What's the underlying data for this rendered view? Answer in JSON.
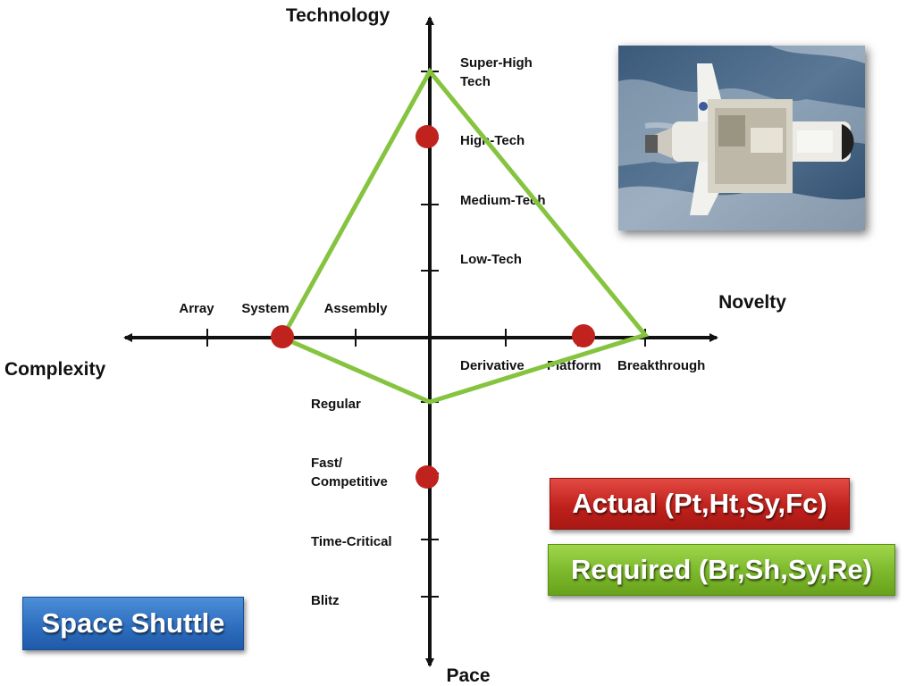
{
  "axes": {
    "technology": {
      "title": "Technology",
      "levels": [
        {
          "label": "Low-Tech"
        },
        {
          "label": "Medium-Tech"
        },
        {
          "label": "High-Tech"
        },
        {
          "label": "Super-High Tech",
          "lines": [
            "Super-High",
            "Tech"
          ]
        }
      ]
    },
    "novelty": {
      "title": "Novelty",
      "levels": [
        {
          "label": "Derivative"
        },
        {
          "label": "Platform"
        },
        {
          "label": "Breakthrough"
        }
      ]
    },
    "complexity": {
      "title": "Complexity",
      "levels": [
        {
          "label": "Assembly"
        },
        {
          "label": "System"
        },
        {
          "label": "Array"
        }
      ]
    },
    "pace": {
      "title": "Pace",
      "levels": [
        {
          "label": "Regular"
        },
        {
          "label": "Fast/ Competitive",
          "lines": [
            "Fast/",
            "Competitive"
          ]
        },
        {
          "label": "Time-Critical"
        },
        {
          "label": "Blitz"
        }
      ]
    }
  },
  "actual_profile": {
    "label": "Actual (Pt,Ht,Sy,Fc)",
    "technology": "High-Tech",
    "novelty": "Platform",
    "complexity": "System",
    "pace": "Fast/ Competitive",
    "marker_color": "#c0221e"
  },
  "required_profile": {
    "label": "Required (Br,Sh,Sy,Re)",
    "technology": "Super-High Tech",
    "novelty": "Breakthrough",
    "complexity": "System",
    "pace": "Regular",
    "line_color": "#86c440"
  },
  "project_title": "Space Shuttle",
  "colors": {
    "axis": "#111111",
    "actual_badge": "#c0211c",
    "required_badge": "#7cb82c",
    "title_badge": "#2e6fc0"
  },
  "photo": {
    "subject": "space-shuttle-in-orbit"
  }
}
